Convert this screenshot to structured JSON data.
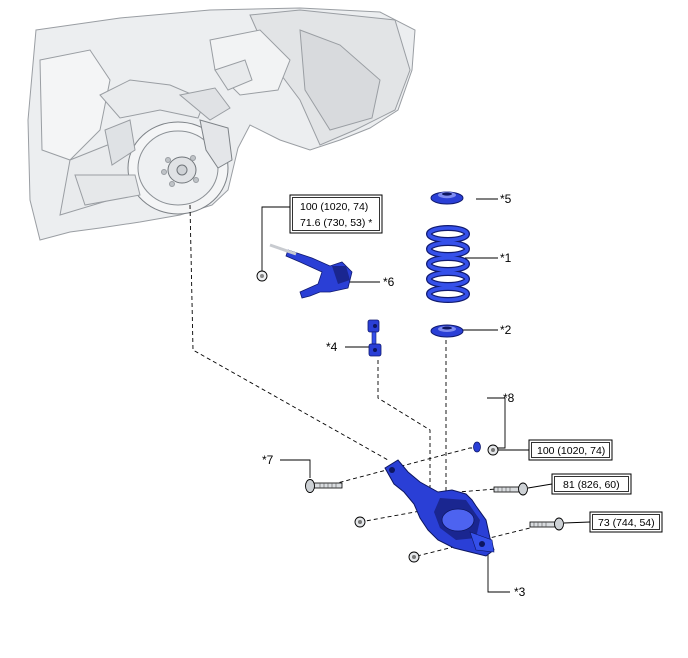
{
  "torque_boxes": {
    "stabilizer_link": {
      "line1": "100 (1020, 74)",
      "line2": "71.6 (730, 53) *"
    },
    "nut_8": "100 (1020, 74)",
    "bolt_lower_front": "81 (826, 60)",
    "bolt_lower_rear": "73 (744, 54)"
  },
  "callouts": {
    "c1": "*1",
    "c2": "*2",
    "c3": "*3",
    "c4": "*4",
    "c5": "*5",
    "c6": "*6",
    "c7": "*7",
    "c8": "*8"
  },
  "colors": {
    "part_blue": "#2a3fd6",
    "part_dark": "#1a2690",
    "outline": "#000000",
    "body_gray": "#e6e8ea"
  }
}
